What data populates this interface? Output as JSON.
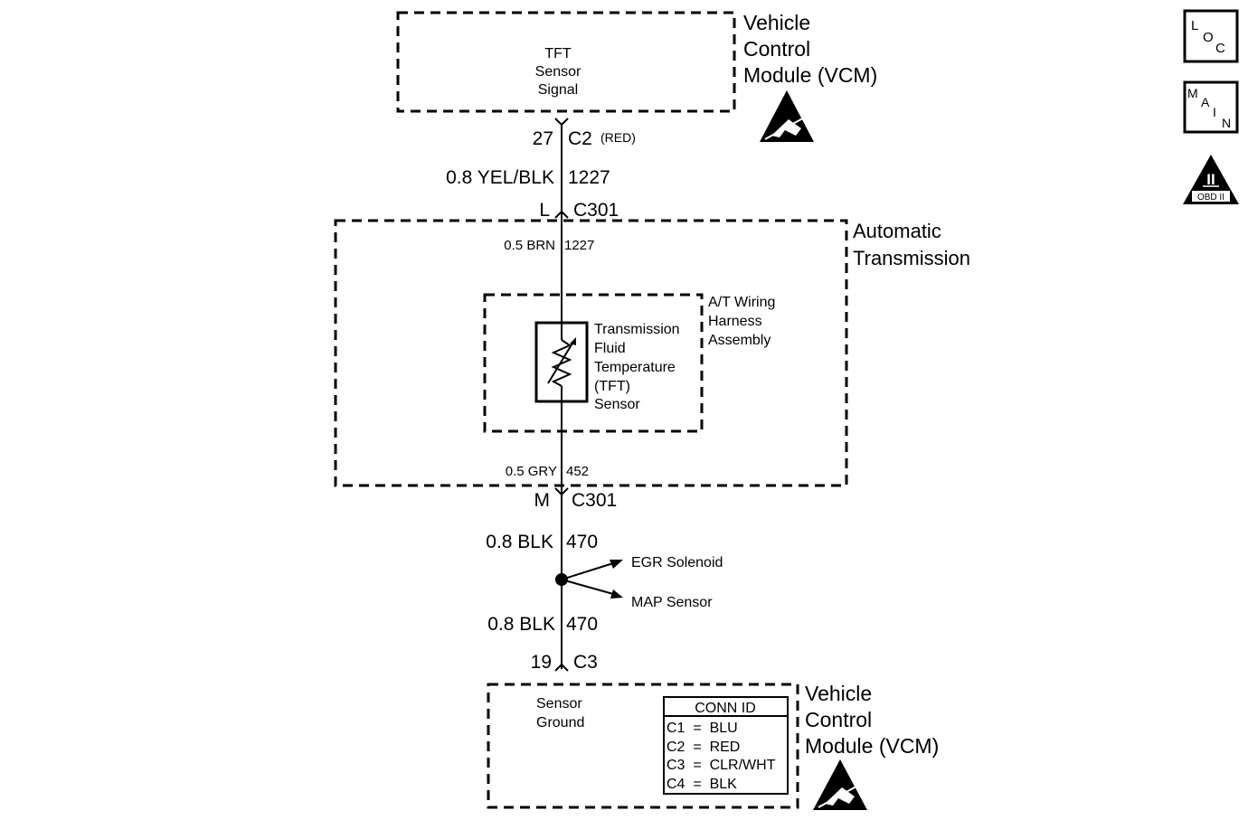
{
  "vcm_top": {
    "title_lines": [
      "Vehicle",
      "Control",
      "Module (VCM)"
    ],
    "signal_lines": [
      "TFT",
      "Sensor",
      "Signal"
    ]
  },
  "pin_27": {
    "pin": "27",
    "connector": "C2",
    "color": "(RED)"
  },
  "wire_1227_upper": {
    "gauge_color": "0.8 YEL/BLK",
    "circuit": "1227"
  },
  "pin_L": {
    "pin": "L",
    "connector": "C301"
  },
  "transmission": {
    "title_lines": [
      "Automatic",
      "Transmission"
    ]
  },
  "wire_1227_lower": {
    "gauge_color": "0.5 BRN",
    "circuit": "1227"
  },
  "harness": {
    "label_lines": [
      "A/T Wiring",
      "Harness",
      "Assembly"
    ]
  },
  "tft_sensor": {
    "label_lines": [
      "Transmission",
      "Fluid",
      "Temperature",
      "(TFT)",
      "Sensor"
    ]
  },
  "wire_452": {
    "gauge_color": "0.5 GRY",
    "circuit": "452"
  },
  "pin_M": {
    "pin": "M",
    "connector": "C301"
  },
  "wire_470_upper": {
    "gauge_color": "0.8 BLK",
    "circuit": "470"
  },
  "branch_egr": {
    "label": "EGR Solenoid"
  },
  "branch_map": {
    "label": "MAP Sensor"
  },
  "wire_470_lower": {
    "gauge_color": "0.8 BLK",
    "circuit": "470"
  },
  "pin_19": {
    "pin": "19",
    "connector": "C3"
  },
  "vcm_bottom": {
    "title_lines": [
      "Vehicle",
      "Control",
      "Module (VCM)"
    ],
    "ground_lines": [
      "Sensor",
      "Ground"
    ]
  },
  "conn_id": {
    "title": "CONN ID",
    "rows": [
      "C1  =  BLU",
      "C2  =  RED",
      "C3  =  CLR/WHT",
      "C4  =  BLK"
    ]
  },
  "side_icons": {
    "loc": [
      "L",
      "O",
      "C"
    ],
    "main": [
      "M",
      "A",
      "I",
      "N"
    ],
    "obd": {
      "symbol": "II",
      "label": "OBD II"
    }
  }
}
